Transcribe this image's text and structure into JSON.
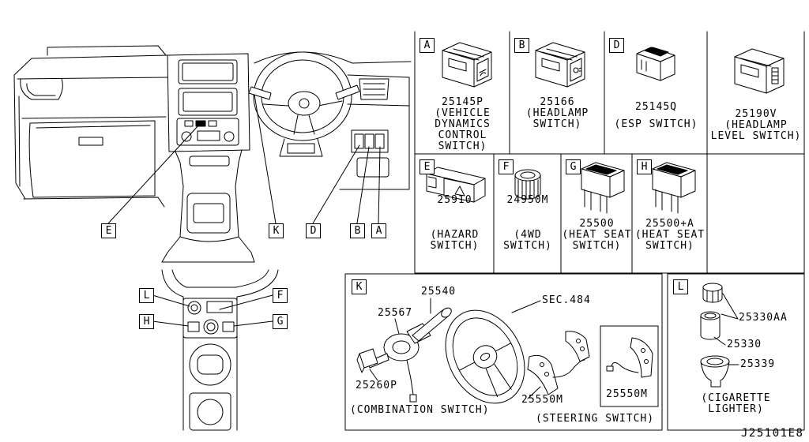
{
  "diagram": {
    "dashboard_callouts": [
      "E",
      "K",
      "D",
      "B",
      "A"
    ],
    "console_callouts": [
      "L",
      "F",
      "H",
      "G"
    ],
    "cells": [
      {
        "ref": "A",
        "part": "25145P",
        "desc": [
          "(VEHICLE",
          "DYNAMICS",
          "CONTROL",
          "SWITCH)"
        ]
      },
      {
        "ref": "B",
        "part": "25166",
        "desc": [
          "(HEADLAMP",
          "SWITCH)"
        ]
      },
      {
        "ref": "D",
        "part": "25145Q",
        "desc": [
          "(ESP SWITCH)"
        ]
      },
      {
        "part": "25190V",
        "desc": [
          "(HEADLAMP",
          "LEVEL SWITCH)"
        ]
      },
      {
        "ref": "E",
        "part": "25910",
        "desc": [
          "(HAZARD",
          "SWITCH)"
        ]
      },
      {
        "ref": "F",
        "part": "24950M",
        "desc": [
          "(4WD",
          "SWITCH)"
        ]
      },
      {
        "ref": "G",
        "part": "25500",
        "desc": [
          "(HEAT SEAT",
          "SWITCH)"
        ]
      },
      {
        "ref": "H",
        "part": "25500+A",
        "desc": [
          "(HEAT SEAT",
          "SWITCH)"
        ]
      }
    ],
    "combination_panel": {
      "ref": "K",
      "stalk_part": "25540",
      "clock_spring_part": "25567",
      "connector_part": "25260P",
      "steering_section": "SEC.484",
      "steering_switch_part": "25550M",
      "steering_switch_detail_part": "25550M",
      "combination_caption": "(COMBINATION SWITCH)",
      "steering_caption": "(STEERING SWITCH)"
    },
    "lighter_panel": {
      "ref": "L",
      "knob_part": "25330AA",
      "sleeve_part": "25330",
      "socket_part": "25339",
      "caption": [
        "(CIGARETTE",
        "LIGHTER)"
      ]
    },
    "figure_id": "J25101E8"
  }
}
